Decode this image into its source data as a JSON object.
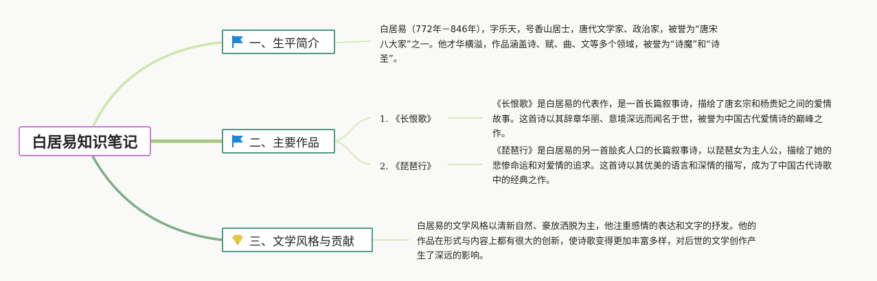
{
  "root": {
    "title": "白居易知识笔记",
    "border_color": "#c979d6"
  },
  "topics": [
    {
      "icon": "flag-icon",
      "label": "一、生平简介",
      "note": "白居易（772年－846年），字乐天，号香山居士，唐代文学家、政治家，被誉为“唐宋八大家”之一。他才华横溢，作品涵盖诗、赋、曲、文等多个领域，被誉为“诗魔”和“诗圣”。"
    },
    {
      "icon": "flag-icon",
      "label": "二、主要作品",
      "children": [
        {
          "label": "1. 《长恨歌》",
          "note": "《长恨歌》是白居易的代表作，是一首长篇叙事诗，描绘了唐玄宗和杨贵妃之间的爱情故事。这首诗以其辞章华丽、意境深远而闻名于世，被誉为中国古代爱情诗的巅峰之作。"
        },
        {
          "label": "2. 《琵琶行》",
          "note": "《琵琶行》是白居易的另一首脍炙人口的长篇叙事诗，以琵琶女为主人公，描绘了她的悲惨命运和对爱情的追求。这首诗以其优美的语言和深情的描写，成为了中国古代诗歌中的经典之作。"
        }
      ]
    },
    {
      "icon": "diamond-icon",
      "label": "三、文学风格与贡献",
      "note": "白居易的文学风格以清新自然、豪放洒脱为主，他注重感情的表达和文字的抒发。他的作品在形式与内容上都有很大的创新，使诗歌变得更加丰富多样，对后世的文学创作产生了深远的影响。"
    }
  ],
  "colors": {
    "branch1": "#cde6a8",
    "branch2": "#a9c784",
    "branch3": "#7cad8a",
    "topic_border": "#4f9a85",
    "flag": "#1e86d6",
    "diamond": "#f2d34c"
  }
}
